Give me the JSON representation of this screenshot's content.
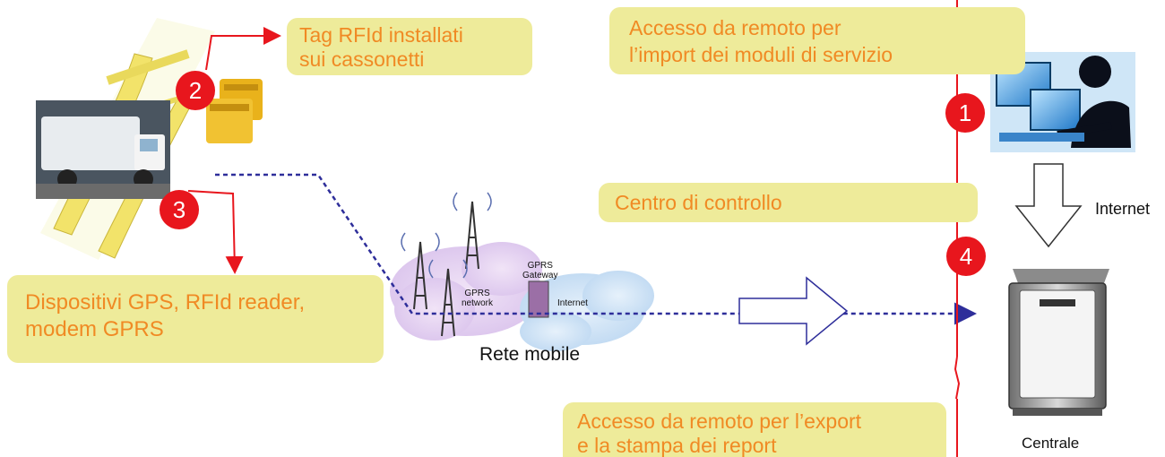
{
  "callouts": {
    "rfid_tags": [
      "Tag RFId installati",
      "sui cassonetti"
    ],
    "devices": [
      "Dispositivi GPS, RFId reader,",
      "modem GPRS"
    ],
    "remote_import": [
      "Accesso da remoto per",
      "l’import dei moduli di servizio"
    ],
    "control_center": "Centro di controllo",
    "remote_export": [
      "Accesso da remoto per l’export",
      "e la stampa dei report"
    ]
  },
  "badges": [
    "1",
    "2",
    "3",
    "4"
  ],
  "network": {
    "mobile_label": "Rete mobile",
    "gprs_network": [
      "GPRS",
      "network"
    ],
    "gprs_gateway": [
      "GPRS",
      "Gateway"
    ],
    "cloud_internet": "Internet"
  },
  "labels": {
    "internet": "Internet",
    "central": "Centrale"
  },
  "colors": {
    "callout_bg": "#eeeb9a",
    "callout_text": "#f08a24",
    "badge": "#e8161d",
    "dashed_link": "#2e2e9a",
    "divider": "#e8161d"
  }
}
